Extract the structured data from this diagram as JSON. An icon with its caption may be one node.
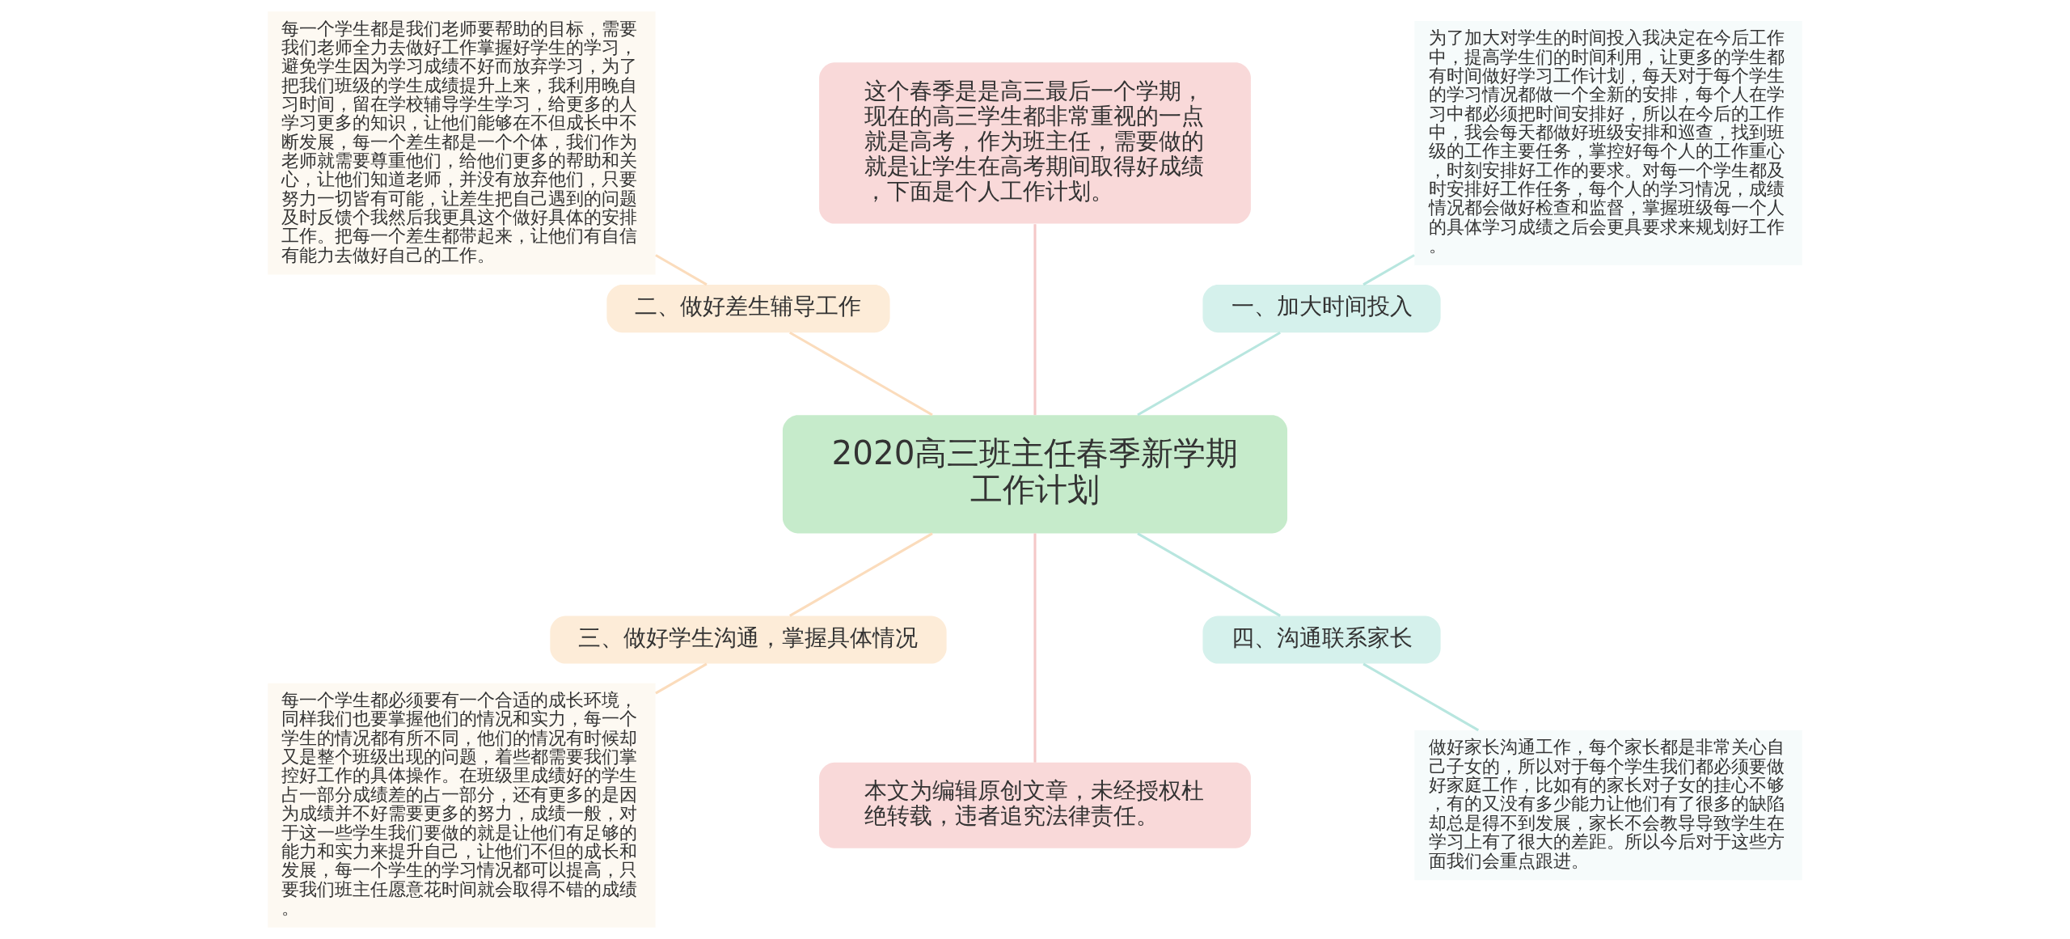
{
  "diagram": {
    "nodes": [
      {
        "text": [
          "2020高三班主任春季新学期工作计划"
        ]
      },
      {
        "text": [
          "一、加大时间投入"
        ]
      },
      {
        "text": [
          "为了加大对学生的时间投入我决定在今后工作中，提高学生们的时间利用，让更多的学生都有时间做好学习工作计划，每天对于每个学生的学习情况都做一个全新的安排，每个人在学习中都必须把时间安排好，所以在今后的工作中，我会每天都做好班级安排和巡查，找到班级的工作主要任务，掌控好每个人的工作重心，时刻安排好工作的要求。对每一个学生都及时安排好工作任务，每个人的学习情况，成绩情况都会做好检查和监督，掌握班级每一个人的具体学习成绩之后会更具要求来规划好工作。"
        ]
      },
      {
        "text": [
          "这个春季是是高三最后一个学期，现在的高三学生都非常重视的一点就是高考，作为班主任，需要做的就是让学生在高考期间取得好成绩，下面是个人工作计划。"
        ]
      },
      {
        "text": [
          "二、做好差生辅导工作"
        ]
      },
      {
        "text": [
          "每一个学生都是我们老师要帮助的目标，需要我们老师全力去做好工作掌握好学生的学习，避免学生因为学习成绩不好而放弃学习，为了把我们班级的学生成绩提升上来，我利用晚自习时间，留在学校辅导学生学习，给更多的人学习更多的知识，让他们能够在不但成长中不断发展，每一个差生都是一个个体，我们作为老师就需要尊重他们，给他们更多的帮助和关心，让他们知道老师，并没有放弃他们，只要努力一切皆有可能，让差生把自己遇到的问题及时反馈个我然后我更具这个做好具体的安排工作。把每一个差生都带起来，让他们有自信有能力去做好自己的工作。"
        ]
      },
      {
        "text": [
          "三、做好学生沟通，掌握具体情况"
        ]
      },
      {
        "text": [
          "每一个学生都必须要有一个合适的成长环境，同样我们也要掌握他们的情况和实力，每一个学生的情况都有所不同，他们的情况有时候却又是整个班级出现的问题，着些都需要我们掌控好工作的具体操作。在班级里成绩好的学生占一部分成绩差的占一部分，还有更多的是因为成绩并不好需要更多的努力，成绩一般，对于这一些学生我们要做的就是让他们有足够的能力和实力来提升自己，让他们不但的成长和发展，每一个学生的学习情况都可以提高，只要我们班主任愿意花时间就会取得不错的成绩。"
        ]
      },
      {
        "text": [
          "本文为编辑原创文章，未经授权杜绝转载，违者追究法律责任。"
        ]
      },
      {
        "text": [
          "四、沟通联系家长"
        ]
      },
      {
        "text": [
          "做好家长沟通工作，每个家长都是非常关心自己子女的，所以对于每个学生我们都必须要做好家庭工作，比如有的家长对子女的挂心不够，有的又没有多少能力让他们有了很多的缺陷却总是得不到发展，家长不会教导导致学生在学习上有了很大的差距。所以今后对于这些方面我们会重点跟进。"
        ]
      }
    ],
    "edges": [
      {
        "from": 0,
        "to": 1,
        "arrow": "none",
        "color": "#b8e6df"
      },
      {
        "from": 1,
        "to": 2,
        "arrow": "none",
        "color": "#b8e6df"
      },
      {
        "from": 0,
        "to": 3,
        "arrow": "none",
        "color": "#f5c8c8"
      },
      {
        "from": 0,
        "to": 4,
        "arrow": "none",
        "color": "#fbdcbc"
      },
      {
        "from": 4,
        "to": 5,
        "arrow": "none",
        "color": "#fbdcbc"
      },
      {
        "from": 0,
        "to": 6,
        "arrow": "none",
        "color": "#fbdcbc"
      },
      {
        "from": 6,
        "to": 7,
        "arrow": "none",
        "color": "#fbdcbc"
      },
      {
        "from": 0,
        "to": 8,
        "arrow": "none",
        "color": "#f5c8c8"
      },
      {
        "from": 0,
        "to": 9,
        "arrow": "none",
        "color": "#b8e6df"
      },
      {
        "from": 9,
        "to": 10,
        "arrow": "none",
        "color": "#b8e6df"
      }
    ]
  }
}
